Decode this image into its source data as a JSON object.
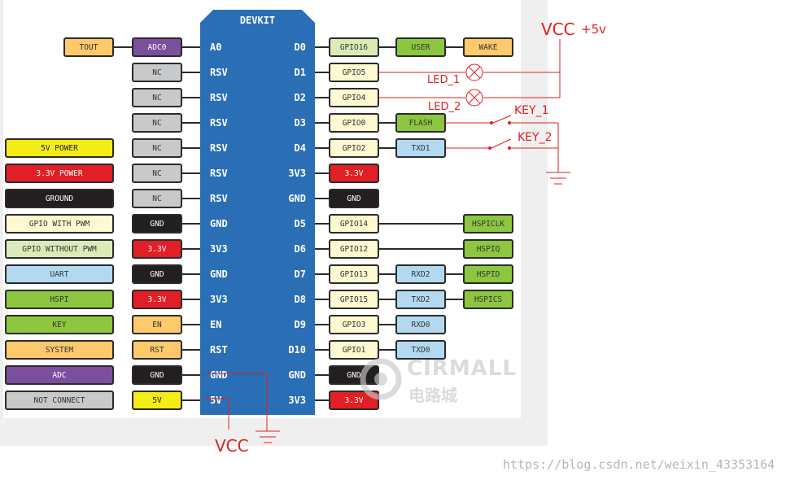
{
  "board": {
    "title": "DEVKIT"
  },
  "left_pins": [
    "A0",
    "RSV",
    "RSV",
    "RSV",
    "RSV",
    "RSV",
    "RSV",
    "GND",
    "3V3",
    "GND",
    "3V3",
    "EN",
    "RST",
    "GND",
    "5V"
  ],
  "right_pins": [
    "D0",
    "D1",
    "D2",
    "D3",
    "D4",
    "3V3",
    "GND",
    "D5",
    "D6",
    "D7",
    "D8",
    "D9",
    "D10",
    "GND",
    "3V3"
  ],
  "left_func": [
    {
      "label": "ADC0",
      "type": "adc"
    },
    {
      "label": "NC",
      "type": "nc"
    },
    {
      "label": "NC",
      "type": "nc"
    },
    {
      "label": "NC",
      "type": "nc"
    },
    {
      "label": "NC",
      "type": "nc"
    },
    {
      "label": "NC",
      "type": "nc"
    },
    {
      "label": "NC",
      "type": "nc"
    },
    {
      "label": "GND",
      "type": "gnd"
    },
    {
      "label": "3.3V",
      "type": "33"
    },
    {
      "label": "GND",
      "type": "gnd"
    },
    {
      "label": "3.3V",
      "type": "33"
    },
    {
      "label": "EN",
      "type": "sys"
    },
    {
      "label": "RST",
      "type": "sys"
    },
    {
      "label": "GND",
      "type": "gnd"
    },
    {
      "label": "5V",
      "type": "5v"
    }
  ],
  "tout": {
    "label": "TOUT",
    "type": "sys"
  },
  "right_func": [
    {
      "gpio": {
        "label": "GPIO16",
        "type": "nopwm"
      },
      "extras": [
        {
          "label": "USER",
          "type": "key",
          "col": 1
        },
        {
          "label": "WAKE",
          "type": "sys",
          "col": 2
        }
      ]
    },
    {
      "gpio": {
        "label": "GPIO5",
        "type": "pwm"
      },
      "extras": []
    },
    {
      "gpio": {
        "label": "GPIO4",
        "type": "pwm"
      },
      "extras": []
    },
    {
      "gpio": {
        "label": "GPIO0",
        "type": "pwm"
      },
      "extras": [
        {
          "label": "FLASH",
          "type": "key",
          "col": 1
        }
      ]
    },
    {
      "gpio": {
        "label": "GPIO2",
        "type": "pwm"
      },
      "extras": [
        {
          "label": "TXD1",
          "type": "uart",
          "col": 1
        }
      ]
    },
    {
      "gpio": {
        "label": "3.3V",
        "type": "33"
      },
      "extras": []
    },
    {
      "gpio": {
        "label": "GND",
        "type": "gnd"
      },
      "extras": []
    },
    {
      "gpio": {
        "label": "GPIO14",
        "type": "pwm"
      },
      "extras": [
        {
          "label": "HSPICLK",
          "type": "hspi",
          "col": 2
        }
      ]
    },
    {
      "gpio": {
        "label": "GPIO12",
        "type": "pwm"
      },
      "extras": [
        {
          "label": "HSPIQ",
          "type": "hspi",
          "col": 2
        }
      ]
    },
    {
      "gpio": {
        "label": "GPIO13",
        "type": "pwm"
      },
      "extras": [
        {
          "label": "RXD2",
          "type": "uart",
          "col": 1
        },
        {
          "label": "HSPID",
          "type": "hspi",
          "col": 2
        }
      ]
    },
    {
      "gpio": {
        "label": "GPIO15",
        "type": "pwm"
      },
      "extras": [
        {
          "label": "TXD2",
          "type": "uart",
          "col": 1
        },
        {
          "label": "HSPICS",
          "type": "hspi",
          "col": 2
        }
      ]
    },
    {
      "gpio": {
        "label": "GPIO3",
        "type": "pwm"
      },
      "extras": [
        {
          "label": "RXD0",
          "type": "uart",
          "col": 1
        }
      ]
    },
    {
      "gpio": {
        "label": "GPIO1",
        "type": "pwm"
      },
      "extras": [
        {
          "label": "TXD0",
          "type": "uart",
          "col": 1
        }
      ]
    },
    {
      "gpio": {
        "label": "GND",
        "type": "gnd"
      },
      "extras": []
    },
    {
      "gpio": {
        "label": "3.3V",
        "type": "33"
      },
      "extras": []
    }
  ],
  "legend": [
    {
      "label": "5V POWER",
      "type": "5v"
    },
    {
      "label": "3.3V POWER",
      "type": "33"
    },
    {
      "label": "GROUND",
      "type": "gnd"
    },
    {
      "label": "GPIO WITH PWM",
      "type": "pwm"
    },
    {
      "label": "GPIO WITHOUT PWM",
      "type": "nopwm"
    },
    {
      "label": "UART",
      "type": "uart"
    },
    {
      "label": "HSPI",
      "type": "hspi"
    },
    {
      "label": "KEY",
      "type": "key"
    },
    {
      "label": "SYSTEM",
      "type": "sys"
    },
    {
      "label": "ADC",
      "type": "adc"
    },
    {
      "label": "NOT CONNECT",
      "type": "nc"
    }
  ],
  "annotations": {
    "vcc_top": "VCC",
    "plus5v": "+5v",
    "led1": "LED_1",
    "led2": "LED_2",
    "key1": "KEY_1",
    "key2": "KEY_2",
    "vcc_bottom": "VCC"
  },
  "watermark": {
    "brand_en": "CIRMALL",
    "brand_cn": "电路城",
    "url": "https://blog.csdn.net/weixin_43353164"
  },
  "colors": {
    "board": "#2a6eb6",
    "wire": "#e0201f"
  }
}
